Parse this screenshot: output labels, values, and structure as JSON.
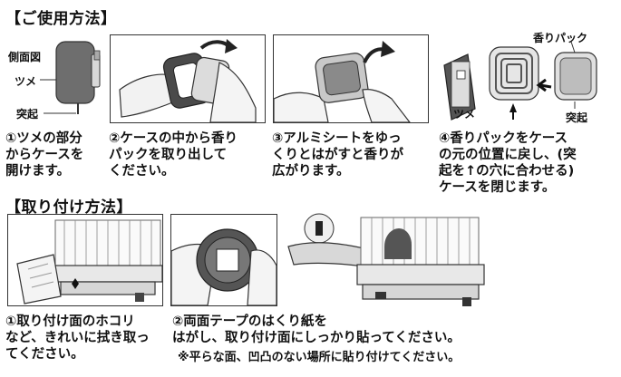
{
  "sections": {
    "usage_title": "【ご使用方法】",
    "install_title": "【取り付け方法】"
  },
  "usage": {
    "step1": [
      "①ツメの部分",
      "からケースを",
      "開けます。"
    ],
    "step2": [
      "②ケースの中から香り",
      "パックを取り出して",
      "ください。"
    ],
    "step3": [
      "③アルミシートをゆっ",
      "くりとはがすと香りが",
      "広がります。"
    ],
    "step4": [
      "④香りパックをケース",
      "の元の位置に戻し、(突",
      "起を↑の穴に合わせる)",
      "ケースを閉じます。"
    ],
    "labels": {
      "side_view": "側面図",
      "tab": "ツメ",
      "protrusion": "突起",
      "scent_pack": "香りパック",
      "tab_right": "ツメ",
      "protrusion_right": "突起"
    }
  },
  "install": {
    "step1": [
      "①取り付け面のホコリ",
      "など、きれいに拭き取っ",
      "てください。"
    ],
    "step2": [
      "②両面テープのはくり紙を",
      "はがし、取り付け面にしっかり貼ってください。"
    ],
    "note": "※平らな面、凹凸のない場所に貼り付けてください。"
  }
}
